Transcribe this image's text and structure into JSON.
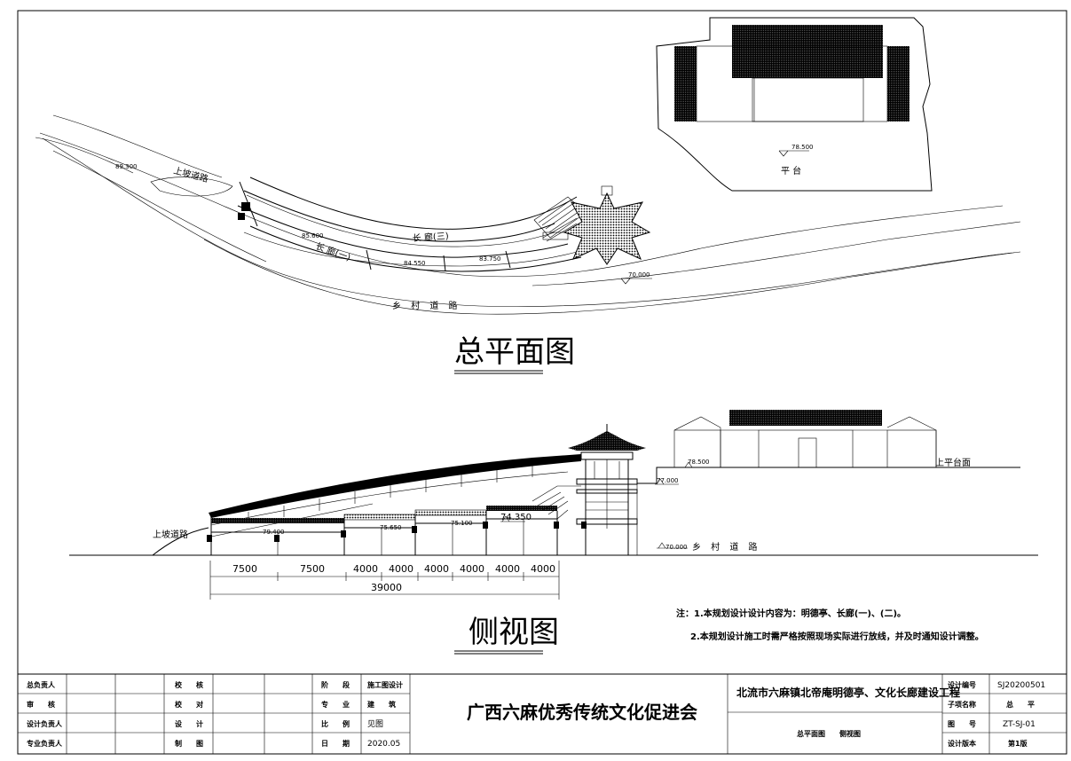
{
  "plan": {
    "title": "总平面图",
    "uphill_road": "上坡道路",
    "village_road": "乡 村 道 路",
    "corridor_one": "长 廊(一)",
    "corridor_two": "长 廊(三)",
    "platform": "平 台",
    "elev_platform": "78.500",
    "elev_road": "70.000"
  },
  "side": {
    "title": "侧视图",
    "uphill_road": "上坡道路",
    "village_road": "乡 村 道 路",
    "upper_platform": "上平台面",
    "elev_platform": "78.500",
    "elev_pavilion": "77.000",
    "elev_step": "74.350",
    "elev_road": "70.000",
    "dims": [
      "7500",
      "7500",
      "4000",
      "4000",
      "4000",
      "4000",
      "4000",
      "4000"
    ],
    "total": "39000"
  },
  "notes": {
    "line1": "注：1.本规划设计设计内容为：明德亭、长廊(一)、(二)。",
    "line2": "2.本规划设计施工时需严格按照现场实际进行放线，并及时通知设计调整。"
  },
  "titleblock": {
    "labels_a": [
      "总负责人",
      "审　　核",
      "设计负责人",
      "专业负责人"
    ],
    "labels_b": [
      "校　　核",
      "校　　对",
      "设　　计",
      "制　　图"
    ],
    "labels_c": [
      "阶　　段",
      "专　　业",
      "比　　例",
      "日　　期"
    ],
    "values_c": [
      "施工图设计",
      "建　　筑",
      "见图",
      "2020.05"
    ],
    "organization": "广西六麻优秀传统文化促进会",
    "project": "北流市六麻镇北帝庵明德亭、文化长廊建设工程",
    "drawing": "总平面图　　侧视图",
    "labels_d": [
      "设计编号",
      "子项名称",
      "图　　号",
      "设计版本"
    ],
    "values_d": [
      "SJ20200501",
      "总　　平",
      "ZT-SJ-01",
      "第1版"
    ]
  }
}
